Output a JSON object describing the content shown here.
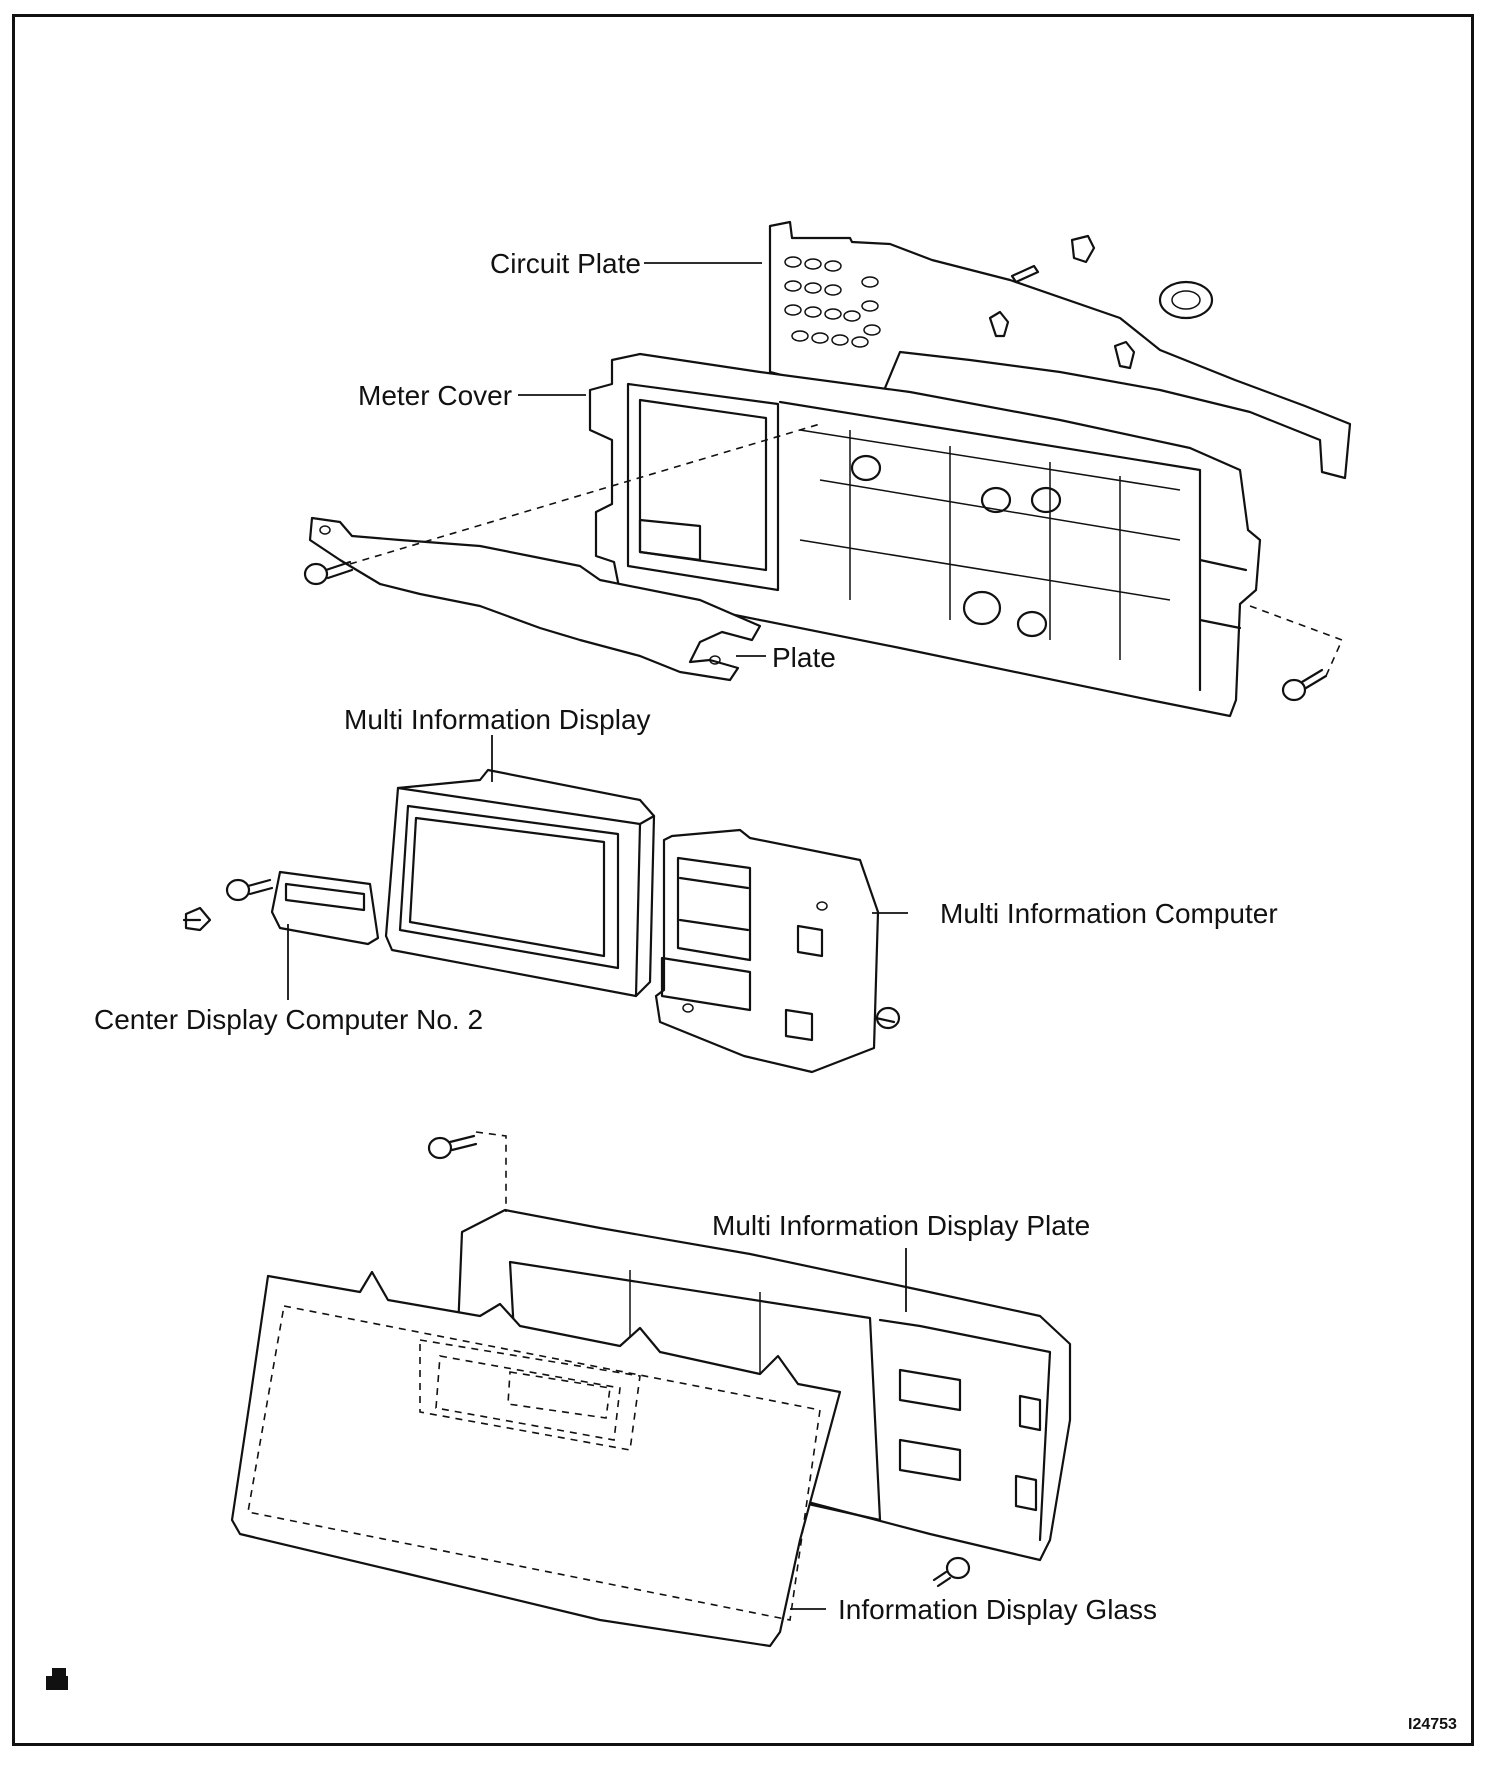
{
  "labels": {
    "circuit_plate": "Circuit Plate",
    "meter_cover": "Meter Cover",
    "plate": "Plate",
    "multi_info_display": "Multi Information Display",
    "multi_info_computer": "Multi Information Computer",
    "center_display_computer": "Center Display Computer No. 2",
    "multi_info_display_plate": "Multi Information Display Plate",
    "info_display_glass": "Information Display Glass"
  },
  "figure_id": "I24753"
}
